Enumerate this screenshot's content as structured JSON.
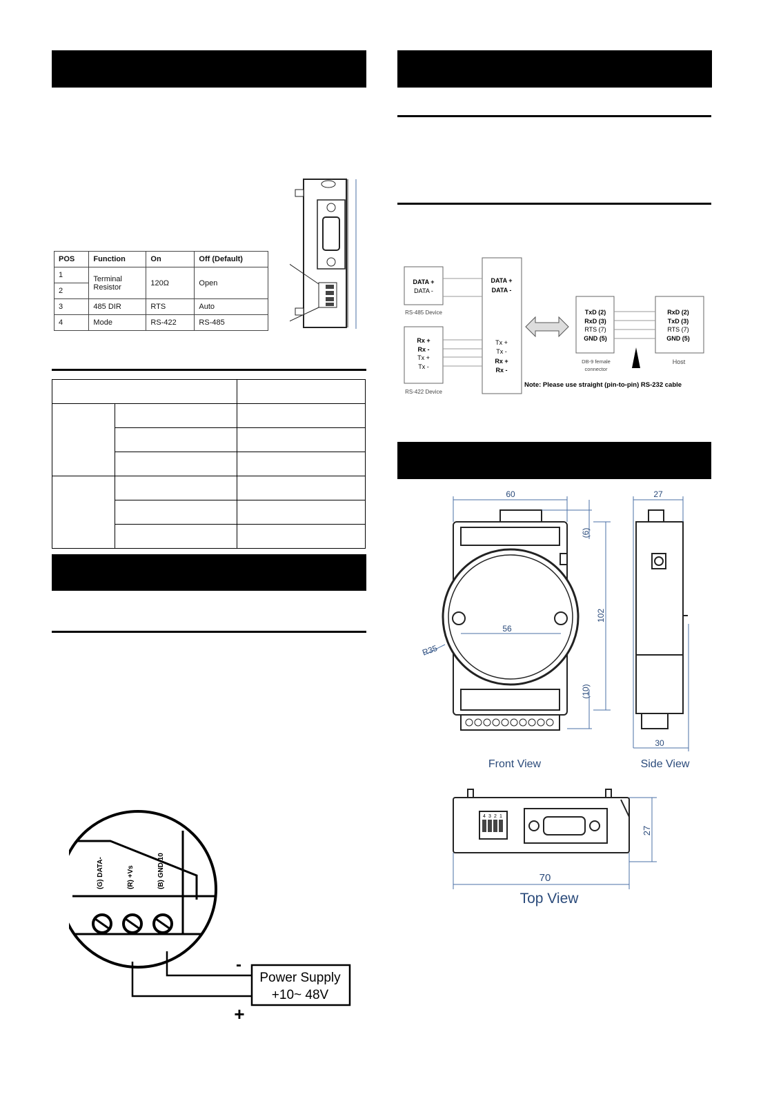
{
  "dip_table": {
    "headers": [
      "POS",
      "Function",
      "On",
      "Off (Default)"
    ],
    "rows": [
      {
        "pos": "1",
        "function": "Terminal Resistor",
        "on": "120Ω",
        "off": "Open"
      },
      {
        "pos": "2"
      },
      {
        "pos": "3",
        "function": "485 DIR",
        "on": "RTS",
        "off": "Auto"
      },
      {
        "pos": "4",
        "function": "Mode",
        "on": "RS-422",
        "off": "RS-485"
      }
    ]
  },
  "wiring": {
    "rs485_device": {
      "label": "RS-485 Device",
      "pins": [
        "DATA +",
        "DATA -"
      ]
    },
    "rs422_device": {
      "label": "RS-422 Device",
      "pins": [
        "Rx +",
        "Rx -",
        "Tx +",
        "Tx -"
      ]
    },
    "converter_pins": [
      "DATA +",
      "DATA -",
      "Tx +",
      "Tx -",
      "Rx +",
      "Rx -"
    ],
    "db9": {
      "label": "DB-9 female connector",
      "pins": [
        "TxD (2)",
        "RxD (3)",
        "RTS (7)",
        "GND (5)"
      ]
    },
    "host": {
      "label": "Host",
      "pins": [
        "RxD (2)",
        "TxD (3)",
        "RTS (7)",
        "GND (5)"
      ]
    },
    "note": "Note: Please use straight (pin-to-pin) RS-232 cable"
  },
  "power": {
    "terminals": [
      "(G) DATA-",
      "(R) +Vs",
      "(B) GND 10"
    ],
    "supply_line1": "Power Supply",
    "supply_line2": "+10~ 48V",
    "minus": "-",
    "plus": "+"
  },
  "dimensions": {
    "front": {
      "width": "60",
      "top_offset": "(6)",
      "height": "102",
      "inner": "56",
      "radius": "R35",
      "bottom_offset": "(10)",
      "label": "Front View"
    },
    "side": {
      "top": "27",
      "bottom": "30",
      "label": "Side View"
    },
    "top": {
      "width": "70",
      "height": "27",
      "label": "Top View",
      "dip_digits": [
        "4",
        "3",
        "2",
        "1"
      ]
    }
  }
}
